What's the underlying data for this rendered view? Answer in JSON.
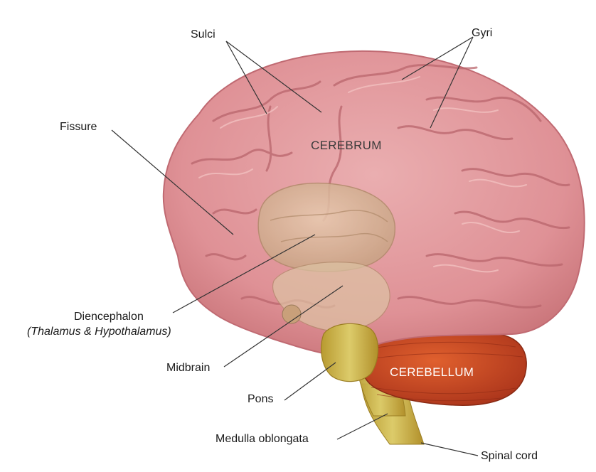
{
  "labels": {
    "sulci": "Sulci",
    "gyri": "Gyri",
    "fissure": "Fissure",
    "cerebrum": "CEREBRUM",
    "diencephalon": "Diencephalon",
    "diencephalon_sub": "(Thalamus & Hypothalamus)",
    "midbrain": "Midbrain",
    "pons": "Pons",
    "cerebellum": "CEREBELLUM",
    "medulla": "Medulla oblongata",
    "spinal_cord": "Spinal cord"
  },
  "colors": {
    "cerebrum": "#e39a9c",
    "cerebrum_edge": "#c97479",
    "gyri_highlight": "#f3c3c2",
    "sulci_shadow": "#b9656c",
    "diencephalon": "#d9b89a",
    "brainstem": "#c8b04a",
    "cerebellum": "#c9401f",
    "leader_line": "#333333",
    "cerebrum_text": "#3a3a3a",
    "cerebellum_text": "#ffffff"
  }
}
